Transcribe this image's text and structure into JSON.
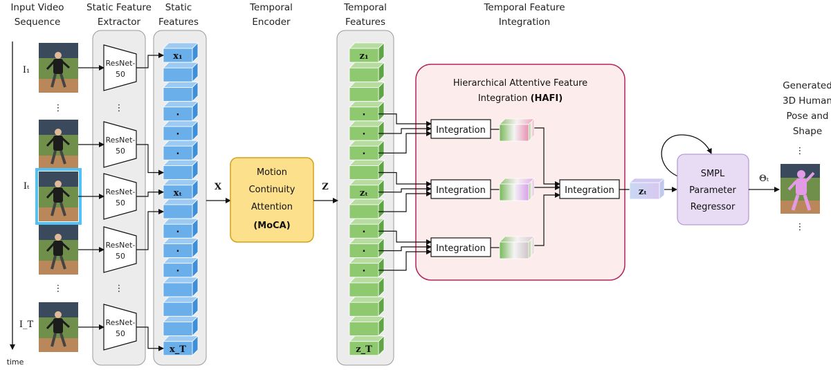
{
  "headers": {
    "input": [
      "Input Video",
      "Sequence"
    ],
    "extractor": [
      "Static Feature",
      "Extractor"
    ],
    "static": [
      "Static",
      "Features"
    ],
    "encoder": [
      "Temporal",
      "Encoder"
    ],
    "temporal": [
      "Temporal",
      "Features"
    ],
    "integration": [
      "Temporal Feature",
      "Integration"
    ]
  },
  "frames": {
    "label_1": "I₁",
    "label_t": "Iₜ",
    "label_T": "I_T",
    "time": "time",
    "dots": "⋮"
  },
  "resnet": {
    "line1": "ResNet-",
    "line2": "50"
  },
  "static_features": {
    "x1": "x₁",
    "xt": "xₜ",
    "xT": "x_T",
    "dot": "·"
  },
  "temporal_features": {
    "z1": "z₁",
    "zt": "zₜ",
    "zT": "z_T",
    "dot": "·"
  },
  "moca": {
    "line1": "Motion",
    "line2": "Continuity",
    "line3": "Attention",
    "line4": "(MoCA)"
  },
  "symbols": {
    "X": "X",
    "Z": "Z",
    "Theta": "Θₜ",
    "zt_out": "zₜ"
  },
  "hafi": {
    "title1": "Hierarchical Attentive Feature",
    "title2_pre": "Integration ",
    "title2_bold": "(HAFI)"
  },
  "integration_label": "Integration",
  "smpl": {
    "line1": "SMPL",
    "line2": "Parameter",
    "line3": "Regressor"
  },
  "output": {
    "line1": "Generated",
    "line2": "3D Human",
    "line3": "Pose and",
    "line4": "Shape"
  },
  "colors": {
    "blue_face": "#6aaeea",
    "blue_top": "#9ccaf2",
    "blue_side": "#3f8fd8",
    "green_face": "#8ec86f",
    "green_top": "#b7dca0",
    "green_side": "#5fa545",
    "moca_fill": "#fde08c",
    "moca_stroke": "#d4a017",
    "hafi_fill": "#fdecec",
    "hafi_stroke": "#b3245a",
    "smpl_fill": "#e8dcf5",
    "smpl_stroke": "#b89ad6",
    "highlight": "#4fc3f7",
    "panel_fill": "#ececec"
  }
}
